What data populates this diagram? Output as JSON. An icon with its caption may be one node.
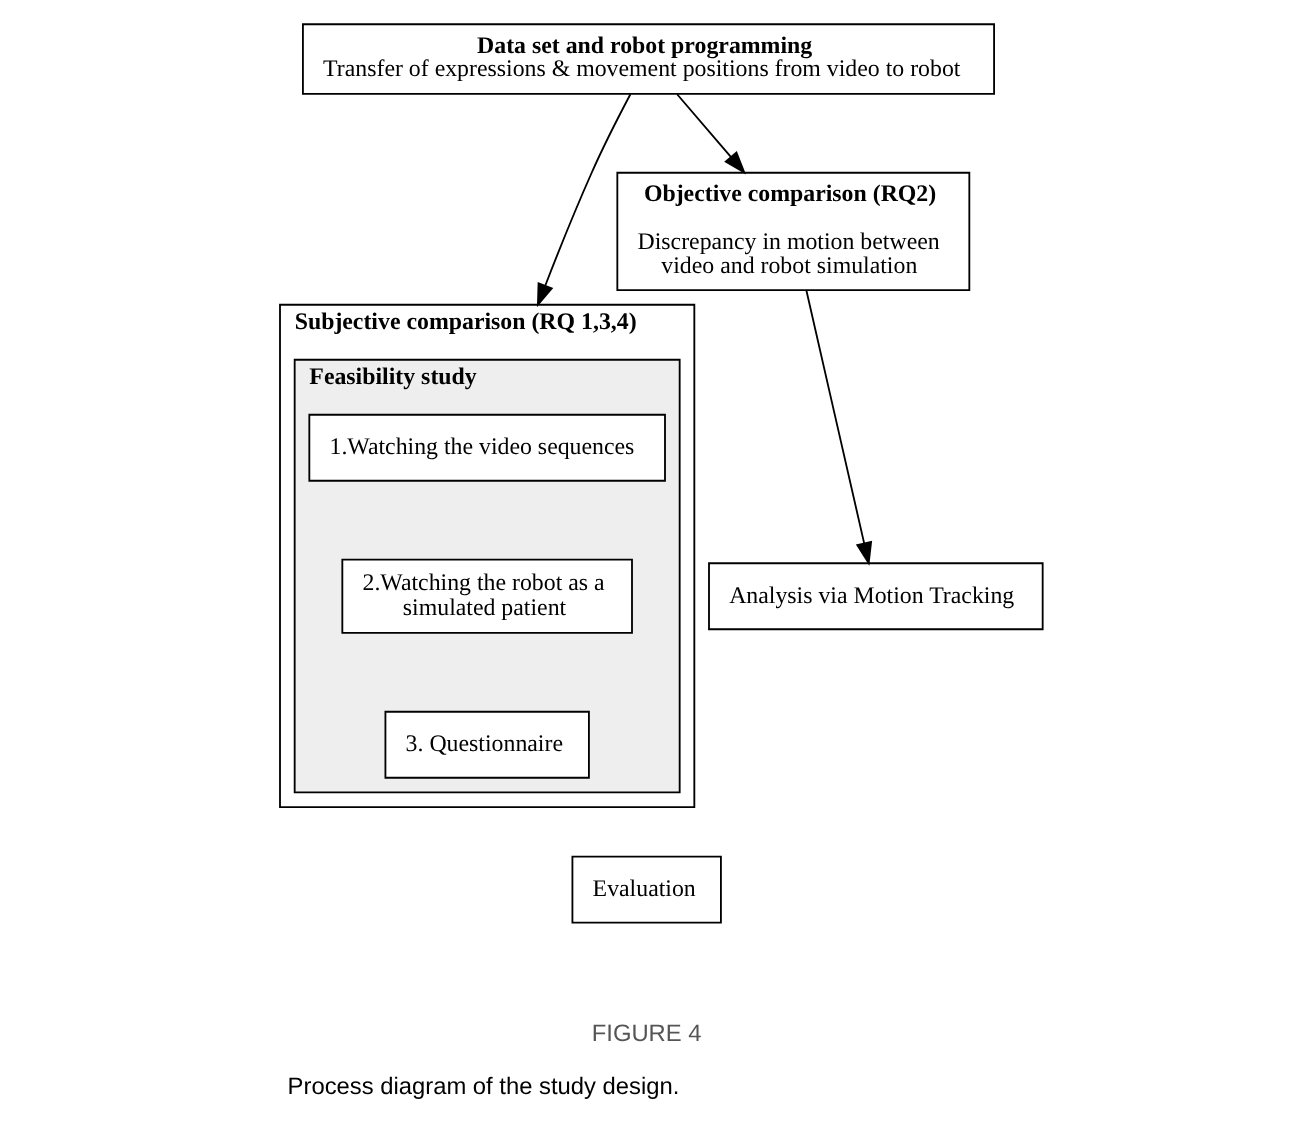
{
  "diagram": {
    "caption": "Process diagram of the study design.",
    "nodes": [
      {
        "text": [
          "Data set and robot programming",
          "Transfer of expressions & movement positions from video to robot"
        ]
      },
      {
        "text": [
          "Objective comparison (RQ2)",
          "Discrepancy in motion between video and robot simulation"
        ]
      },
      {
        "text": [
          "Analysis via Motion Tracking"
        ]
      },
      {
        "text": [
          "Subjective comparison (RQ 1,3,4)"
        ]
      },
      {
        "text": [
          "Feasibility study"
        ],
        "in": 3
      },
      {
        "text": [
          "1.Watching the video sequences"
        ],
        "in": 4
      },
      {
        "text": [
          "2.Watching the robot as a simulated patient"
        ],
        "in": 4
      },
      {
        "text": [
          "3. Questionnaire"
        ],
        "in": 4
      },
      {
        "text": [
          "Evaluation"
        ]
      }
    ],
    "edges": [
      {
        "from": 0,
        "to": 1,
        "arrow": "to"
      },
      {
        "from": 0,
        "to": 3,
        "arrow": "to"
      },
      {
        "from": 1,
        "to": 2,
        "arrow": "to"
      }
    ],
    "labels": [
      "FIGURE 4"
    ]
  }
}
